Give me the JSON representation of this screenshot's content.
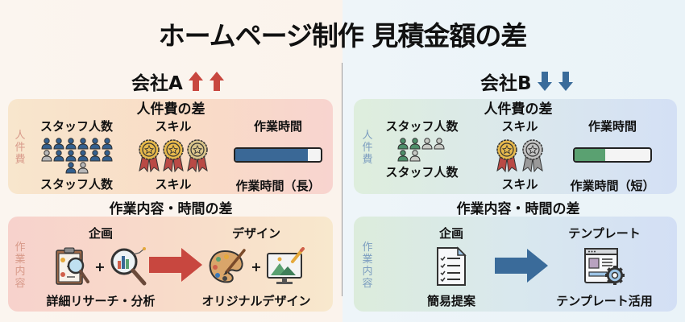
{
  "title": "ホームページ制作 見積金額の差",
  "colors": {
    "up_arrow": "#c8473f",
    "down_arrow": "#3a6b9a",
    "staff_a": "#33608f",
    "staff_b": "#4e8f6a",
    "staff_inactive": "#b8b8b8",
    "bar_a": "#3a6896",
    "bar_b": "#5aa171",
    "medal_gold": "#e7b94c",
    "medal_silver": "#c2c2c2",
    "ribbon": "#b94a45"
  },
  "company_a": {
    "name": "会社A",
    "trend_icon": "arrow-up-icon",
    "trend_count": 2,
    "labor": {
      "section_title": "人件費の差",
      "side_label": "人件費",
      "staff": {
        "label_top": "スタッフ人数",
        "label_bottom": "スタッフ人数",
        "active": 12,
        "total": 14,
        "rows": 2
      },
      "skill": {
        "label_top": "スキル",
        "label_bottom": "スキル",
        "medals": [
          "gold",
          "gold",
          "gold-pale"
        ]
      },
      "hours": {
        "label_top": "作業時間",
        "label_bottom": "作業時間（長）",
        "fill_percent": 85
      }
    },
    "work": {
      "section_title": "作業内容・時間の差",
      "side_label": "作業内容",
      "from": {
        "label_top": "企画",
        "label_bottom": "詳細リサーチ・分析",
        "icons": [
          "clipboard-search-icon",
          "magnifier-chart-icon"
        ]
      },
      "to": {
        "label_top": "デザイン",
        "label_bottom": "オリジナルデザイン",
        "icons": [
          "paint-palette-icon",
          "monitor-image-pencil-icon"
        ]
      },
      "plus": "+"
    }
  },
  "company_b": {
    "name": "会社B",
    "trend_icon": "arrow-down-icon",
    "trend_count": 2,
    "labor": {
      "section_title": "人件費の差",
      "side_label": "人件費",
      "staff": {
        "label_top": "スタッフ人数",
        "label_bottom": "スタッフ人数",
        "active": 3,
        "total": 6,
        "rows": 2
      },
      "skill": {
        "label_top": "スキル",
        "label_bottom": "スキル",
        "medals": [
          "gold",
          "silver"
        ]
      },
      "hours": {
        "label_top": "作業時間",
        "label_bottom": "作業時間（短）",
        "fill_percent": 40
      }
    },
    "work": {
      "section_title": "作業内容・時間の差",
      "side_label": "作業内容",
      "from": {
        "label_top": "企画",
        "label_bottom": "簡易提案",
        "icons": [
          "checklist-document-icon"
        ]
      },
      "to": {
        "label_top": "テンプレート",
        "label_bottom": "テンプレート活用",
        "icons": [
          "template-gear-icon"
        ]
      }
    }
  }
}
